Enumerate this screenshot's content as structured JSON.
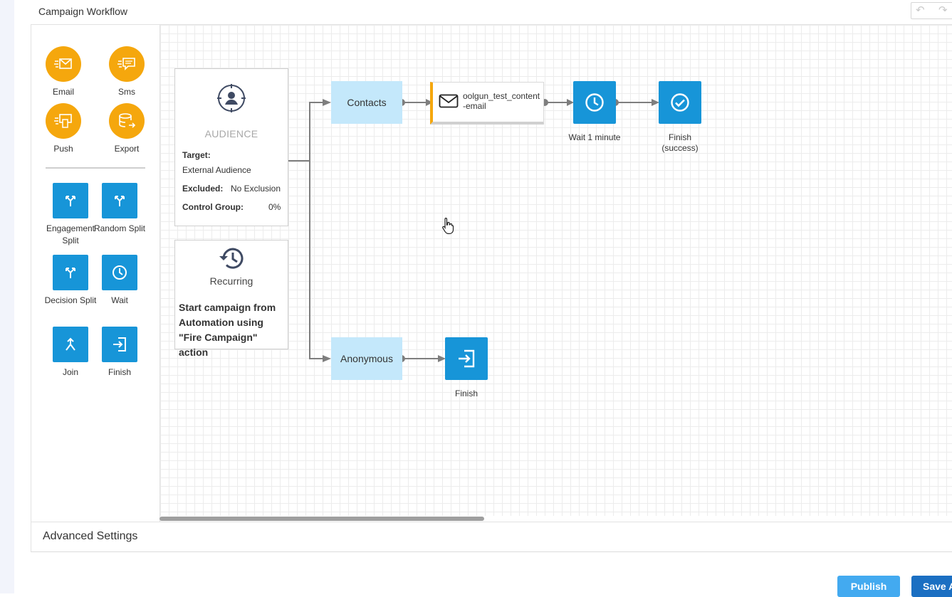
{
  "header": {
    "title": "Campaign Workflow"
  },
  "palette": {
    "channels": [
      {
        "label": "Email",
        "icon": "email-icon"
      },
      {
        "label": "Sms",
        "icon": "sms-icon"
      },
      {
        "label": "Push",
        "icon": "push-icon"
      },
      {
        "label": "Export",
        "icon": "export-icon"
      }
    ],
    "steps": [
      {
        "label": "Engagement Split",
        "icon": "split-icon"
      },
      {
        "label": "Random Split",
        "icon": "split-icon"
      },
      {
        "label": "Decision Split",
        "icon": "split-icon"
      },
      {
        "label": "Wait",
        "icon": "clock-icon"
      },
      {
        "label": "Join",
        "icon": "join-icon"
      },
      {
        "label": "Finish",
        "icon": "exit-icon"
      }
    ]
  },
  "audience": {
    "title": "AUDIENCE",
    "target_label": "Target:",
    "target_value": "External Audience",
    "excluded_label": "Excluded:",
    "excluded_value": "No Exclusion",
    "control_label": "Control Group:",
    "control_value": "0%"
  },
  "recurring": {
    "title": "Recurring",
    "description": "Start campaign from Automation using \"Fire Campaign\" action"
  },
  "flow": {
    "contacts_label": "Contacts",
    "anonymous_label": "Anonymous",
    "email_name": "oolgun_test_content-email",
    "wait_label": "Wait 1 minute",
    "finish_success_label": "Finish (success)",
    "finish_label": "Finish"
  },
  "advanced": {
    "title": "Advanced Settings"
  },
  "actions": {
    "publish": "Publish",
    "save": "Save A"
  },
  "colors": {
    "channel": "#f5a70d",
    "step": "#1795d8",
    "segment": "#c4e8fb",
    "publish": "#43aaf0",
    "save": "#1b6fc2"
  }
}
